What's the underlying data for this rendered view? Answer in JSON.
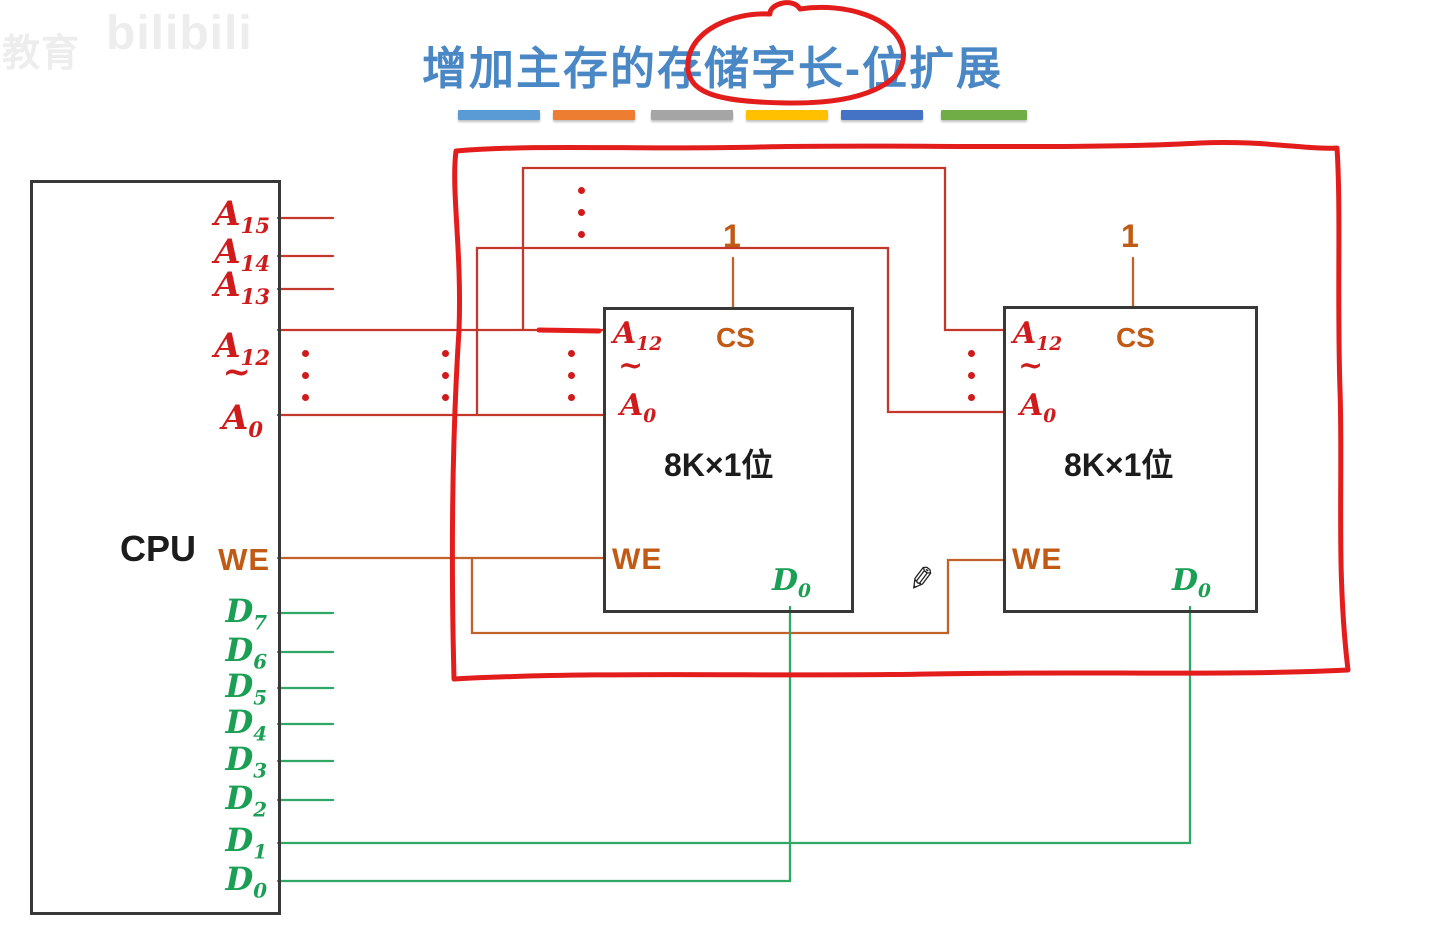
{
  "watermark": {
    "prefix": "教育",
    "brand": "bilibili"
  },
  "title": {
    "text": "增加主存的存储字长-位扩展"
  },
  "bars": [
    "#5b9bd5",
    "#ed7d31",
    "#a5a5a5",
    "#ffc000",
    "#4472c4",
    "#70ad47"
  ],
  "cpu": {
    "label": "CPU",
    "address_pins": [
      {
        "base": "A",
        "sub": "15"
      },
      {
        "base": "A",
        "sub": "14"
      },
      {
        "base": "A",
        "sub": "13"
      },
      {
        "base": "A",
        "sub": "12"
      },
      {
        "base": "~",
        "sub": ""
      },
      {
        "base": "A",
        "sub": "0"
      }
    ],
    "we_label": "WE",
    "data_pins": [
      {
        "base": "D",
        "sub": "7"
      },
      {
        "base": "D",
        "sub": "6"
      },
      {
        "base": "D",
        "sub": "5"
      },
      {
        "base": "D",
        "sub": "4"
      },
      {
        "base": "D",
        "sub": "3"
      },
      {
        "base": "D",
        "sub": "2"
      },
      {
        "base": "D",
        "sub": "1"
      },
      {
        "base": "D",
        "sub": "0"
      }
    ]
  },
  "chips": [
    {
      "cs_value": "1",
      "a_high": {
        "base": "A",
        "sub": "12"
      },
      "tilde": "~",
      "a_low": {
        "base": "A",
        "sub": "0"
      },
      "cs_label": "CS",
      "capacity": "8K×1位",
      "we_label": "WE",
      "d_label": {
        "base": "D",
        "sub": "0"
      }
    },
    {
      "cs_value": "1",
      "a_high": {
        "base": "A",
        "sub": "12"
      },
      "tilde": "~",
      "a_low": {
        "base": "A",
        "sub": "0"
      },
      "cs_label": "CS",
      "capacity": "8K×1位",
      "we_label": "WE",
      "d_label": {
        "base": "D",
        "sub": "0"
      }
    }
  ],
  "icons": {
    "pencil": "✎"
  },
  "colors": {
    "title_blue": "#4a87c5",
    "wire_red": "#c4382b",
    "wire_orange": "#c0622a",
    "wire_green": "#2ea863",
    "label_red": "#cf1b1b",
    "label_orange": "#c05a14",
    "label_green": "#1a9f55",
    "annotation_red": "#e31c1c"
  }
}
